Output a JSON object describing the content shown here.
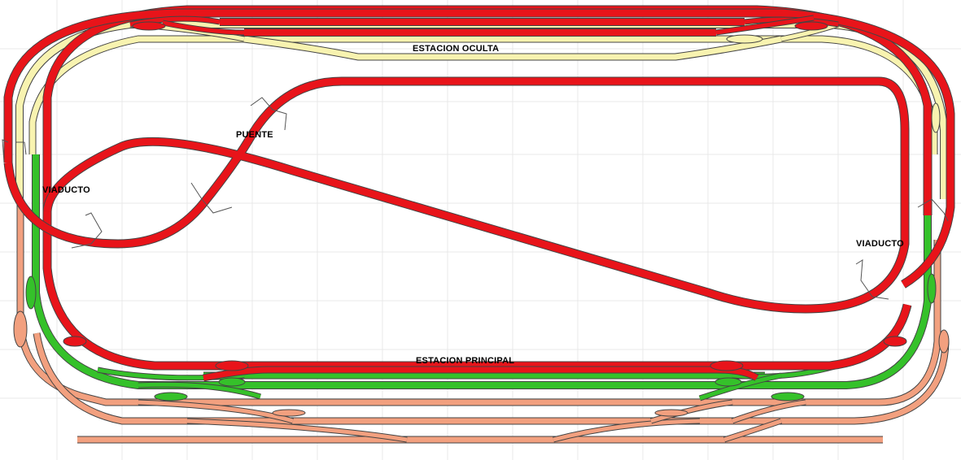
{
  "labels": {
    "hidden_station": "ESTACION OCULTA",
    "bridge": "PUENTE",
    "viaduct_left": "VIADUCTO",
    "viaduct_right": "VIADUCTO",
    "main_station": "ESTACION PRINCIPAL"
  },
  "colors": {
    "background": "#ffffff",
    "grid": "#e8e8e8",
    "track_upper": "#e8141a",
    "track_hidden": "#f8f3b0",
    "track_middle": "#35c12a",
    "track_lower": "#f2a07f",
    "outline": "#444444"
  },
  "icons": [
    "grid-background",
    "track-rails",
    "turnout-switch",
    "viaduct-support"
  ]
}
